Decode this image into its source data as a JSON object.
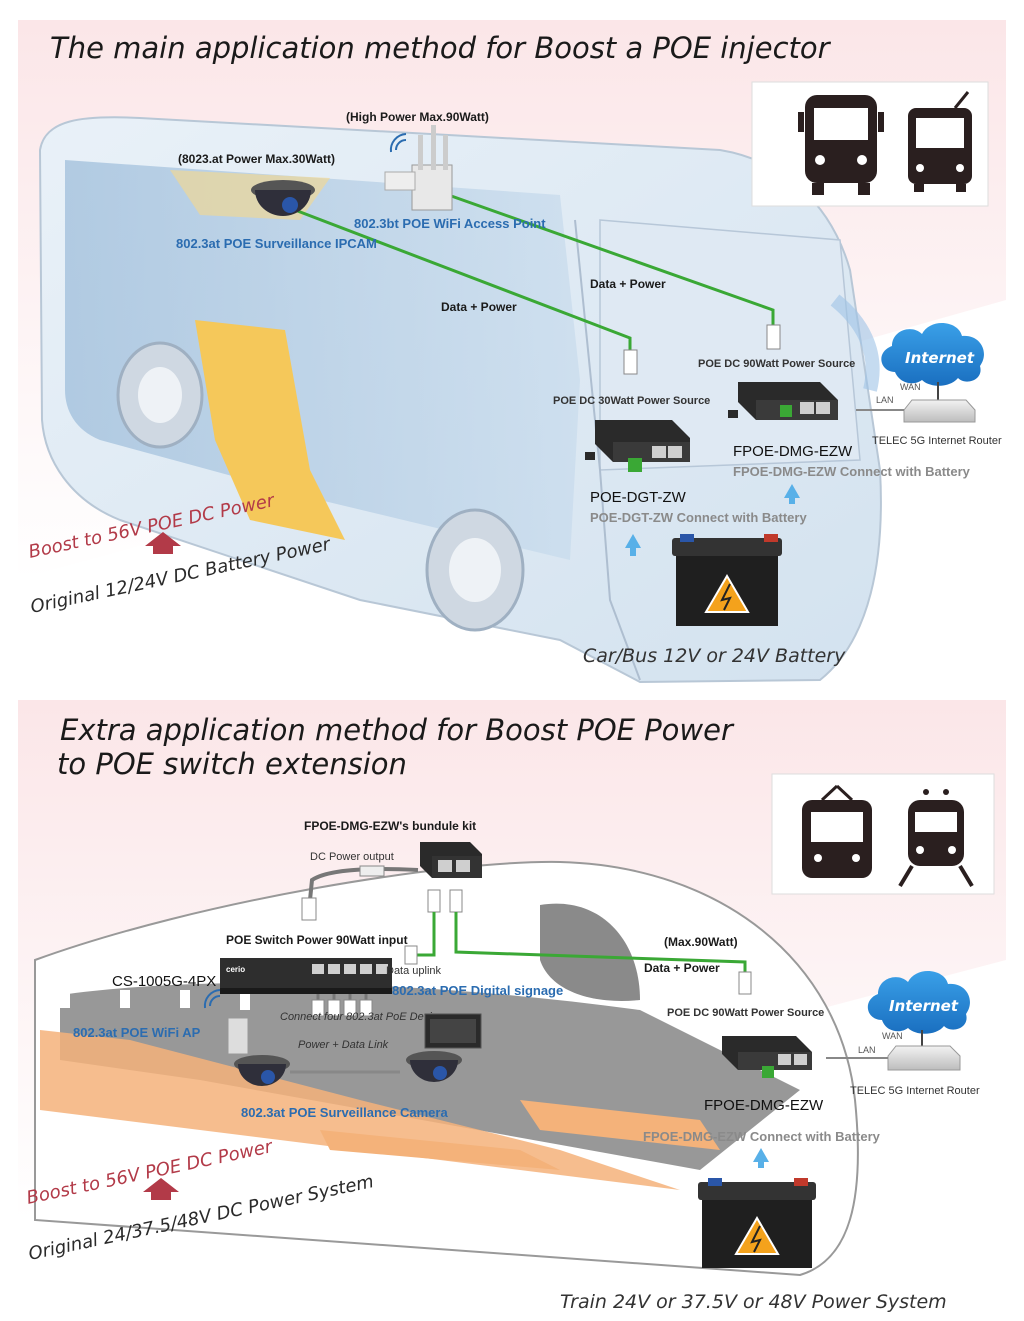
{
  "section1": {
    "title": "The main application method for Boost a POE injector",
    "ipcam_power": "(8023.at Power Max.30Watt)",
    "ap_power": "(High Power Max.90Watt)",
    "ap_label": "802.3bt POE WiFi Access Point",
    "ipcam_label": "802.3at POE Surveillance IPCAM",
    "data_power_left": "Data + Power",
    "data_power_right": "Data + Power",
    "src90": "POE DC 90Watt Power Source",
    "src30": "POE DC 30Watt Power Source",
    "model_ezw": "FPOE-DMG-EZW",
    "ezw_connect": "FPOE-DMG-EZW Connect with Battery",
    "model_zw": "POE-DGT-ZW",
    "zw_connect": "POE-DGT-ZW Connect with Battery",
    "boost": "Boost to 56V POE DC Power",
    "original": "Original 12/24V DC Battery Power",
    "battery_caption": "Car/Bus 12V or 24V Battery",
    "internet": "Internet",
    "wan": "WAN",
    "lan": "LAN",
    "router": "TELEC 5G Internet Router"
  },
  "section2": {
    "title_line1": "Extra application method for Boost POE Power",
    "title_line2": "to POE switch extension",
    "kit": "FPOE-DMG-EZW's bundule kit",
    "dc_output": "DC Power output",
    "switch_input": "POE Switch Power 90Watt input",
    "switch_model": "CS-1005G-4PX",
    "data_uplink": "Data uplink",
    "signage": "802.3at POE Digital signage",
    "max90": "(Max.90Watt)",
    "data_power": "Data + Power",
    "wifi_ap": "802.3at  POE WiFi AP",
    "connect_four": "Connect four 802.3at PoE Device",
    "power_data_link": "Power + Data Link",
    "src90": "POE DC 90Watt Power Source",
    "camera": "802.3at POE Surveillance Camera",
    "model_ezw": "FPOE-DMG-EZW",
    "ezw_connect": "FPOE-DMG-EZW Connect with Battery",
    "boost": "Boost to 56V POE DC Power",
    "original": "Original 24/37.5/48V DC Power System",
    "battery_caption": "Train 24V or 37.5V or 48V Power System",
    "internet": "Internet",
    "wan": "WAN",
    "lan": "LAN",
    "router": "TELEC 5G Internet Router",
    "switch_brand": "cerio"
  },
  "colors": {
    "background_pink": "#fdeff0",
    "cable_green": "#3aa835",
    "arrow_blue": "#58b0e8",
    "boost_red": "#b23a48",
    "bus_yellow": "#f5c85a",
    "stripe_orange": "#f4b27a"
  }
}
